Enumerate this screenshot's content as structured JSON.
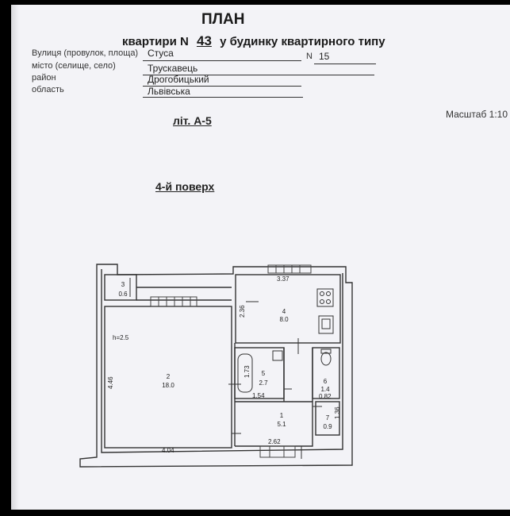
{
  "header": {
    "title": "ПЛАН",
    "subtitle_prefix": "квартири",
    "subtitle_n": "N",
    "apartment_number": "43",
    "subtitle_suffix": "у будинку квартирного типу"
  },
  "address": {
    "street_label": "Вулиця (провулок, площа)",
    "street_value": "Стуса",
    "number_label": "N",
    "number_value": "15",
    "city_label": "місто (селище, село)",
    "city_value": "Трускавець",
    "district_label": "район",
    "district_value": "Дрогобицький",
    "region_label": "область",
    "region_value": "Львівська"
  },
  "lit": "літ. А-5",
  "scale": "Масштаб 1:10",
  "floor": "4-й поверх",
  "plan": {
    "height_note": "h=2.5",
    "rooms": [
      {
        "number": "2",
        "area": "18.0"
      },
      {
        "number": "3",
        "area": "0.6"
      },
      {
        "number": "4",
        "area": "8.0"
      },
      {
        "number": "5",
        "area": "2.7"
      },
      {
        "number": "6",
        "area": "1.4"
      },
      {
        "number": "1",
        "area": "5.1"
      },
      {
        "number": "7",
        "area": "0.9"
      }
    ],
    "dimensions": [
      "3.37",
      "2.36",
      "4.46",
      "4.04",
      "1.73",
      "1.54",
      "0.82",
      "1.36",
      "2.62"
    ]
  }
}
